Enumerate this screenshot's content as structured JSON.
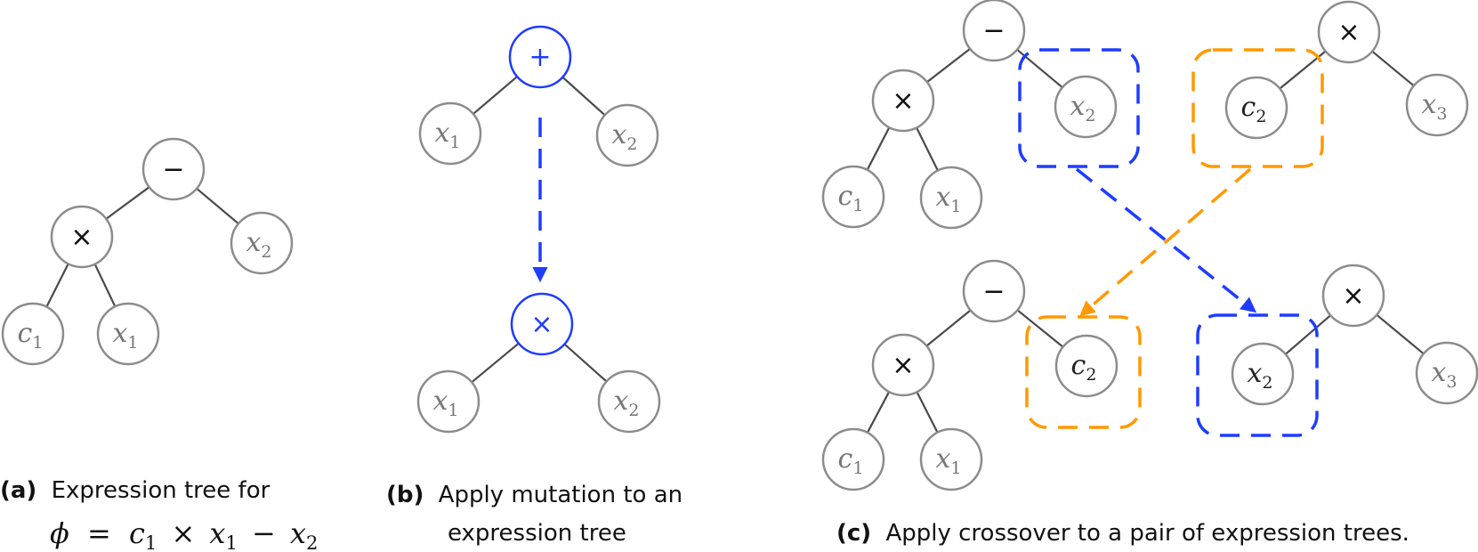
{
  "panels": {
    "a": {
      "tag": "(a)",
      "caption_line1": "Expression tree for",
      "formula": {
        "phi": "ϕ",
        "eq": "=",
        "c": "c",
        "one_a": "1",
        "times": "×",
        "x": "x",
        "one_b": "1",
        "minus": "−",
        "x2": "x",
        "two": "2"
      }
    },
    "b": {
      "tag": "(b)",
      "caption_line1": "Apply mutation to an",
      "caption_line2": "expression tree"
    },
    "c": {
      "tag": "(c)",
      "caption_line1": "Apply crossover to a pair of expression trees."
    }
  },
  "nodes": [
    {
      "id": "a_minus",
      "panel": "a",
      "kind": "op",
      "label": "−",
      "cx": 0,
      "cy": 0
    },
    {
      "id": "a_times",
      "panel": "a",
      "kind": "op",
      "label": "×"
    },
    {
      "id": "a_x2",
      "panel": "a",
      "kind": "var",
      "base": "x",
      "sub": "2"
    },
    {
      "id": "a_c1",
      "panel": "a",
      "kind": "var",
      "base": "c",
      "sub": "1"
    },
    {
      "id": "a_x1",
      "panel": "a",
      "kind": "var",
      "base": "x",
      "sub": "1"
    },
    {
      "id": "b1_plus",
      "panel": "b",
      "kind": "op",
      "label": "+",
      "highlight": true
    },
    {
      "id": "b1_x1",
      "panel": "b",
      "kind": "var",
      "base": "x",
      "sub": "1"
    },
    {
      "id": "b1_x2",
      "panel": "b",
      "kind": "var",
      "base": "x",
      "sub": "2"
    },
    {
      "id": "b2_times",
      "panel": "b",
      "kind": "op",
      "label": "×",
      "highlight": true
    },
    {
      "id": "b2_x1",
      "panel": "b",
      "kind": "var",
      "base": "x",
      "sub": "1"
    },
    {
      "id": "b2_x2",
      "panel": "b",
      "kind": "var",
      "base": "x",
      "sub": "2"
    },
    {
      "id": "c1_minus",
      "panel": "c",
      "kind": "op",
      "label": "−"
    },
    {
      "id": "c1_times",
      "panel": "c",
      "kind": "op",
      "label": "×"
    },
    {
      "id": "c1_x2",
      "panel": "c",
      "kind": "var",
      "base": "x",
      "sub": "2"
    },
    {
      "id": "c1_c1",
      "panel": "c",
      "kind": "var",
      "base": "c",
      "sub": "1"
    },
    {
      "id": "c1_x1",
      "panel": "c",
      "kind": "var",
      "base": "x",
      "sub": "1"
    },
    {
      "id": "c2_times",
      "panel": "c",
      "kind": "op",
      "label": "×"
    },
    {
      "id": "c2_c2",
      "panel": "c",
      "kind": "var",
      "base": "c",
      "sub": "2",
      "dark": true
    },
    {
      "id": "c2_x3",
      "panel": "c",
      "kind": "var",
      "base": "x",
      "sub": "3"
    },
    {
      "id": "c3_minus",
      "panel": "c",
      "kind": "op",
      "label": "−"
    },
    {
      "id": "c3_times",
      "panel": "c",
      "kind": "op",
      "label": "×"
    },
    {
      "id": "c3_c2",
      "panel": "c",
      "kind": "var",
      "base": "c",
      "sub": "2",
      "dark": true
    },
    {
      "id": "c3_c1",
      "panel": "c",
      "kind": "var",
      "base": "c",
      "sub": "1"
    },
    {
      "id": "c3_x1",
      "panel": "c",
      "kind": "var",
      "base": "x",
      "sub": "1"
    },
    {
      "id": "c4_times",
      "panel": "c",
      "kind": "op",
      "label": "×"
    },
    {
      "id": "c4_x2",
      "panel": "c",
      "kind": "var",
      "base": "x",
      "sub": "2",
      "dark": true
    },
    {
      "id": "c4_x3",
      "panel": "c",
      "kind": "var",
      "base": "x",
      "sub": "3"
    }
  ],
  "edges": [
    [
      "a_minus",
      "a_times"
    ],
    [
      "a_minus",
      "a_x2"
    ],
    [
      "a_times",
      "a_c1"
    ],
    [
      "a_times",
      "a_x1"
    ],
    [
      "b1_plus",
      "b1_x1"
    ],
    [
      "b1_plus",
      "b1_x2"
    ],
    [
      "b2_times",
      "b2_x1"
    ],
    [
      "b2_times",
      "b2_x2"
    ],
    [
      "c1_minus",
      "c1_times"
    ],
    [
      "c1_minus",
      "c1_x2"
    ],
    [
      "c1_times",
      "c1_c1"
    ],
    [
      "c1_times",
      "c1_x1"
    ],
    [
      "c2_times",
      "c2_c2"
    ],
    [
      "c2_times",
      "c2_x3"
    ],
    [
      "c3_minus",
      "c3_times"
    ],
    [
      "c3_minus",
      "c3_c2"
    ],
    [
      "c3_times",
      "c3_c1"
    ],
    [
      "c3_times",
      "c3_x1"
    ],
    [
      "c4_times",
      "c4_x2"
    ],
    [
      "c4_times",
      "c4_x3"
    ]
  ],
  "colors": {
    "mutation": "#1f3cff",
    "crossover_blue": "#1f3cff",
    "crossover_orange": "#ff9900",
    "node_stroke": "#8c8c8c"
  }
}
